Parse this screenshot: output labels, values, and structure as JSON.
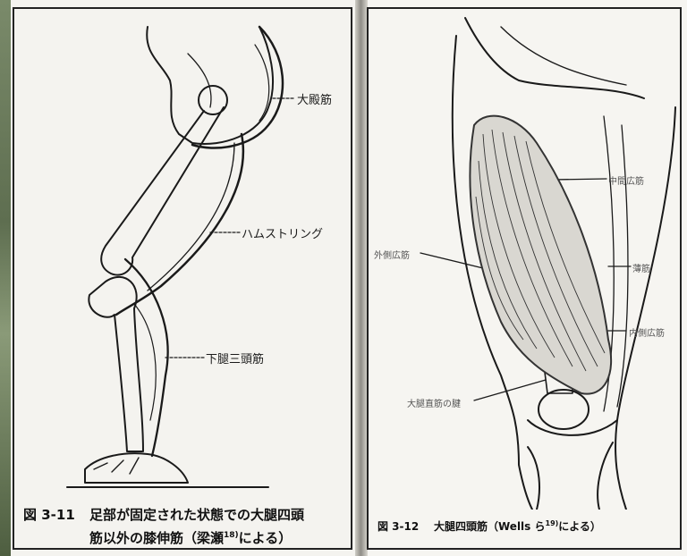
{
  "left_figure": {
    "labels": {
      "gluteus": "大殿筋",
      "hamstring": "ハムストリング",
      "triceps_surae": "下腿三頭筋"
    },
    "caption": {
      "number": "図 3-11",
      "line1": "足部が固定された状態での大腿四頭",
      "line2": "筋以外の膝伸筋（梁瀬",
      "ref": "18)",
      "line2_end": "による）"
    }
  },
  "right_figure": {
    "labels": {
      "vastus_intermedius": "中間広筋",
      "vastus_lateralis": "外側広筋",
      "sartorius": "薄筋",
      "vastus_medialis": "内側広筋",
      "rectus_femoris": "大腿直筋の腱"
    },
    "caption": {
      "number": "図 3-12",
      "text": "大腿四頭筋（Wells ら",
      "ref": "19)",
      "text_end": "による）"
    }
  }
}
